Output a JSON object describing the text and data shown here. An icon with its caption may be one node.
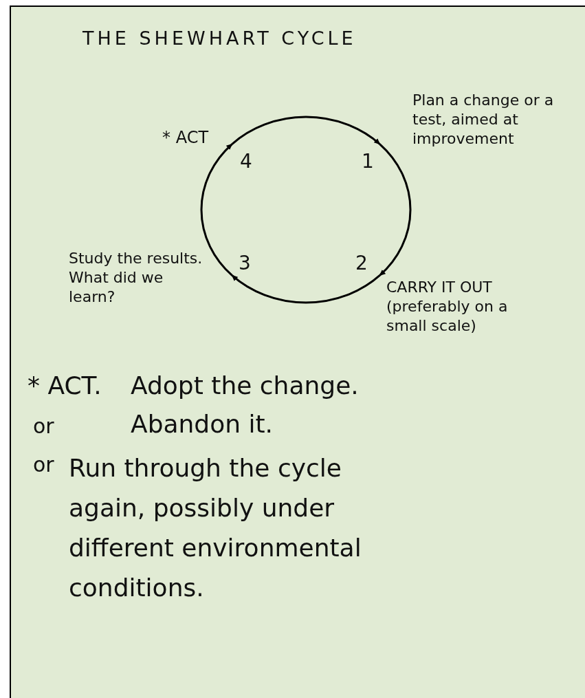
{
  "diagram": {
    "title": "THE SHEWHART CYCLE",
    "nodes": [
      {
        "text": [
          "1"
        ],
        "beside": [
          "Plan a change or a test, aimed at improvement"
        ]
      },
      {
        "text": [
          "2"
        ],
        "beside": [
          "CARRY IT OUT (preferably on a small scale)"
        ]
      },
      {
        "text": [
          "3"
        ],
        "beside": [
          "Study the results. What did we learn?"
        ]
      },
      {
        "text": [
          "4"
        ],
        "beside": [
          "* ACT"
        ]
      }
    ],
    "edges": [
      {
        "from": 0,
        "to": 1,
        "arrow": "to"
      },
      {
        "from": 1,
        "to": 2,
        "arrow": "to"
      },
      {
        "from": 2,
        "to": 3,
        "arrow": "to"
      },
      {
        "from": 3,
        "to": 0,
        "arrow": "to"
      }
    ],
    "labels": [
      "* ACT.",
      "Adopt the change.",
      "or",
      "Abandon it.",
      "or",
      "Run through the cycle again, possibly under different environmental conditions."
    ]
  }
}
